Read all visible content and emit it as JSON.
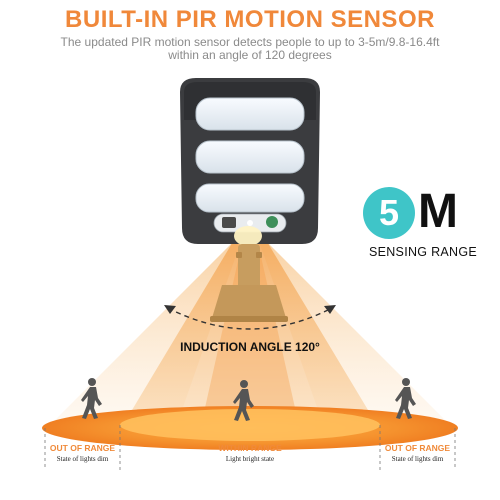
{
  "header": {
    "title": "BUILT-IN PIR MOTION SENSOR",
    "subtitle": "The updated PIR motion sensor detects people to up to 3-5m/9.8-16.4ft within an angle of 120 degrees"
  },
  "badge": {
    "number": "5",
    "unit": "M",
    "label": "SENSING RANGE"
  },
  "angle_label": "INDUCTION ANGLE 120°",
  "zones": {
    "left": {
      "title": "OUT OF RANGE",
      "subtitle": "State of lights dim"
    },
    "middle": {
      "title": "WITHIN RANGE",
      "subtitle": "Light bright state"
    },
    "right": {
      "title": "OUT OF RANGE",
      "subtitle": "State of lights dim"
    }
  },
  "colors": {
    "accent_orange": "#f08a3a",
    "title_orange": "#f0883a",
    "teal": "#3fc5c8",
    "lamp_body": "#3a3a3c",
    "bracket": "#c9a060"
  },
  "icons": {
    "walking_person": "walking-person-icon"
  }
}
